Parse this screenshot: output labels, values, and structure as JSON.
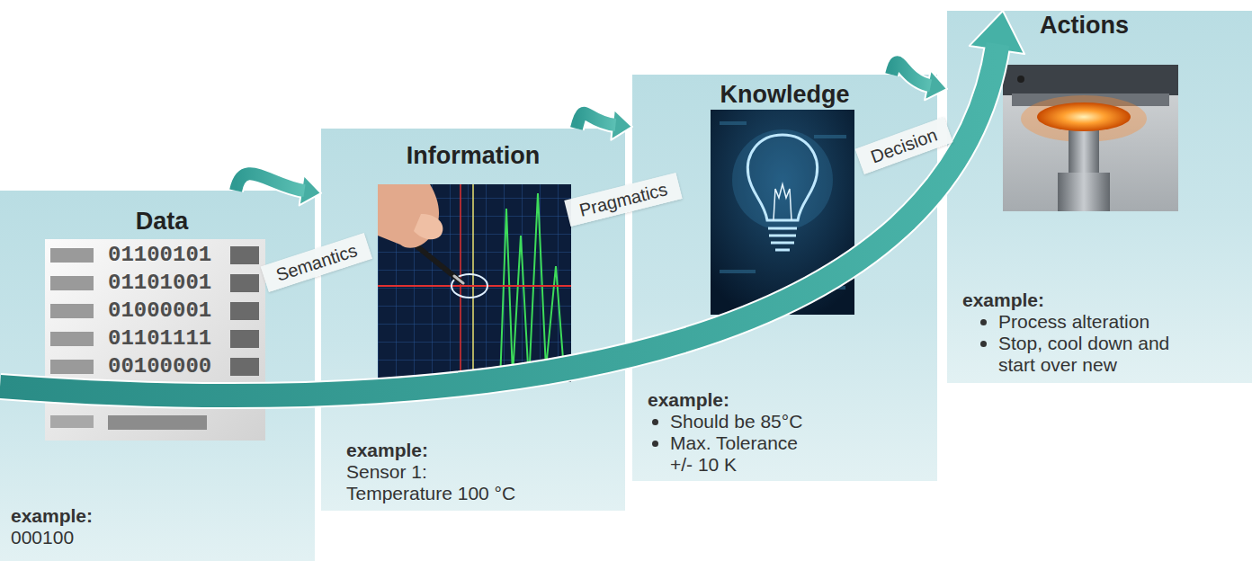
{
  "diagram": {
    "nodes": [
      {
        "text": [
          "Data",
          "example:",
          "000100"
        ]
      },
      {
        "text": [
          "Information",
          "example:",
          "Sensor 1: Temperature 100 °C"
        ]
      },
      {
        "text": [
          "Knowledge",
          "example:",
          "Should be 85°C",
          "Max. Tolerance +/- 10 K"
        ]
      },
      {
        "text": [
          "Actions",
          "example:",
          "Process alteration",
          "Stop, cool down and start over new"
        ]
      }
    ],
    "edges": [
      {
        "from": 0,
        "to": 1,
        "label": "Semantics",
        "arrow": "to"
      },
      {
        "from": 1,
        "to": 2,
        "label": "Pragmatics",
        "arrow": "to"
      },
      {
        "from": 2,
        "to": 3,
        "label": "Decision",
        "arrow": "to"
      },
      {
        "from": 0,
        "to": 3,
        "arrow": "to"
      }
    ],
    "labels": [
      "01100101",
      "01101001",
      "01000001",
      "01101111",
      "00100000"
    ]
  }
}
